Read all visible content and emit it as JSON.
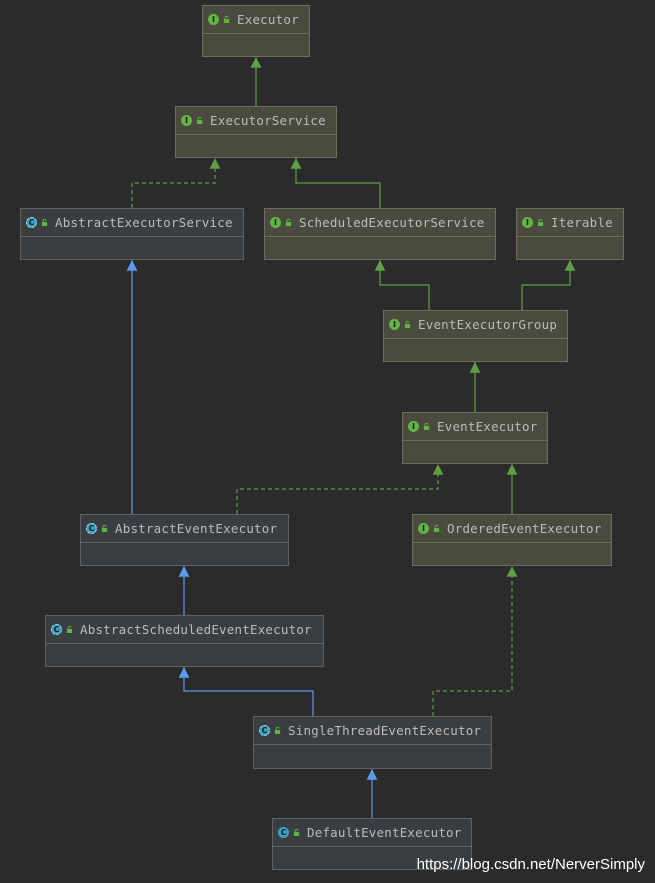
{
  "nodes": [
    {
      "id": "executor",
      "label": "Executor",
      "kind": "interface"
    },
    {
      "id": "executor-service",
      "label": "ExecutorService",
      "kind": "interface"
    },
    {
      "id": "abstract-executor-service",
      "label": "AbstractExecutorService",
      "kind": "abstract-class"
    },
    {
      "id": "scheduled-executor-service",
      "label": "ScheduledExecutorService",
      "kind": "interface"
    },
    {
      "id": "iterable",
      "label": "Iterable",
      "kind": "interface"
    },
    {
      "id": "event-executor-group",
      "label": "EventExecutorGroup",
      "kind": "interface"
    },
    {
      "id": "event-executor",
      "label": "EventExecutor",
      "kind": "interface"
    },
    {
      "id": "abstract-event-executor",
      "label": "AbstractEventExecutor",
      "kind": "abstract-class"
    },
    {
      "id": "ordered-event-executor",
      "label": "OrderedEventExecutor",
      "kind": "interface"
    },
    {
      "id": "abstract-scheduled-event-executor",
      "label": "AbstractScheduledEventExecutor",
      "kind": "abstract-class"
    },
    {
      "id": "single-thread-event-executor",
      "label": "SingleThreadEventExecutor",
      "kind": "abstract-class"
    },
    {
      "id": "default-event-executor",
      "label": "DefaultEventExecutor",
      "kind": "class"
    }
  ],
  "edges": [
    {
      "from": "executor-service",
      "to": "executor",
      "type": "extends-interface"
    },
    {
      "from": "abstract-executor-service",
      "to": "executor-service",
      "type": "implements"
    },
    {
      "from": "scheduled-executor-service",
      "to": "executor-service",
      "type": "extends-interface"
    },
    {
      "from": "event-executor-group",
      "to": "scheduled-executor-service",
      "type": "extends-interface"
    },
    {
      "from": "event-executor-group",
      "to": "iterable",
      "type": "extends-interface"
    },
    {
      "from": "event-executor",
      "to": "event-executor-group",
      "type": "extends-interface"
    },
    {
      "from": "abstract-event-executor",
      "to": "abstract-executor-service",
      "type": "extends"
    },
    {
      "from": "abstract-event-executor",
      "to": "event-executor",
      "type": "implements"
    },
    {
      "from": "ordered-event-executor",
      "to": "event-executor",
      "type": "extends-interface"
    },
    {
      "from": "abstract-scheduled-event-executor",
      "to": "abstract-event-executor",
      "type": "extends"
    },
    {
      "from": "single-thread-event-executor",
      "to": "abstract-scheduled-event-executor",
      "type": "extends"
    },
    {
      "from": "single-thread-event-executor",
      "to": "ordered-event-executor",
      "type": "implements"
    },
    {
      "from": "default-event-executor",
      "to": "single-thread-event-executor",
      "type": "extends"
    }
  ],
  "colors": {
    "background": "#2b2b2b",
    "interface_edge": "#5e9e45",
    "class_edge": "#5b9bf0",
    "text": "#bbbbbb"
  },
  "icons": {
    "interface": "interface-icon",
    "abstract-class": "abstract-class-icon",
    "class": "class-icon",
    "visibility": "lock-icon"
  },
  "watermark": "https://blog.csdn.net/NerverSimply"
}
